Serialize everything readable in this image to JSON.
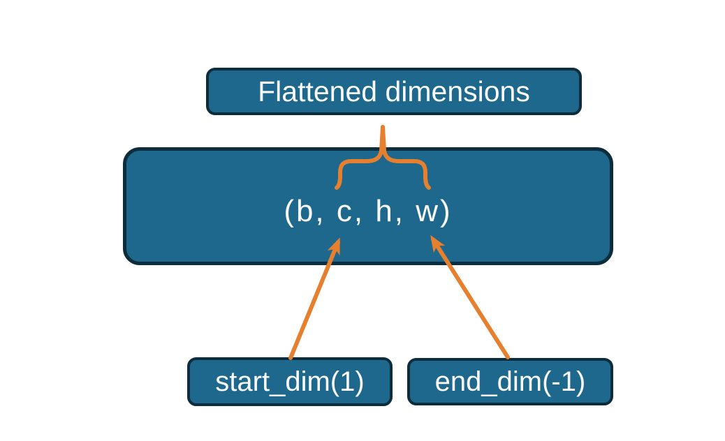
{
  "diagram": {
    "nodes": [
      {
        "id": "flattened",
        "label": "Flattened dimensions"
      },
      {
        "id": "tensor",
        "label": "(b, c, h, w)"
      },
      {
        "id": "start_dim",
        "label": "start_dim(1)"
      },
      {
        "id": "end_dim",
        "label": "end_dim(-1)"
      }
    ],
    "connectors": [
      {
        "type": "brace",
        "from": "tensor dimensions c, h, w",
        "to": "flattened"
      },
      {
        "type": "arrow",
        "from": "start_dim",
        "to": "tensor dimension c"
      },
      {
        "type": "arrow",
        "from": "end_dim",
        "to": "tensor dimension w"
      }
    ]
  },
  "colors": {
    "node_fill": "#1d688c",
    "node_border": "#0d2c3c",
    "accent_orange": "#e6802f",
    "text": "#fafafa",
    "background": "#ffffff"
  }
}
